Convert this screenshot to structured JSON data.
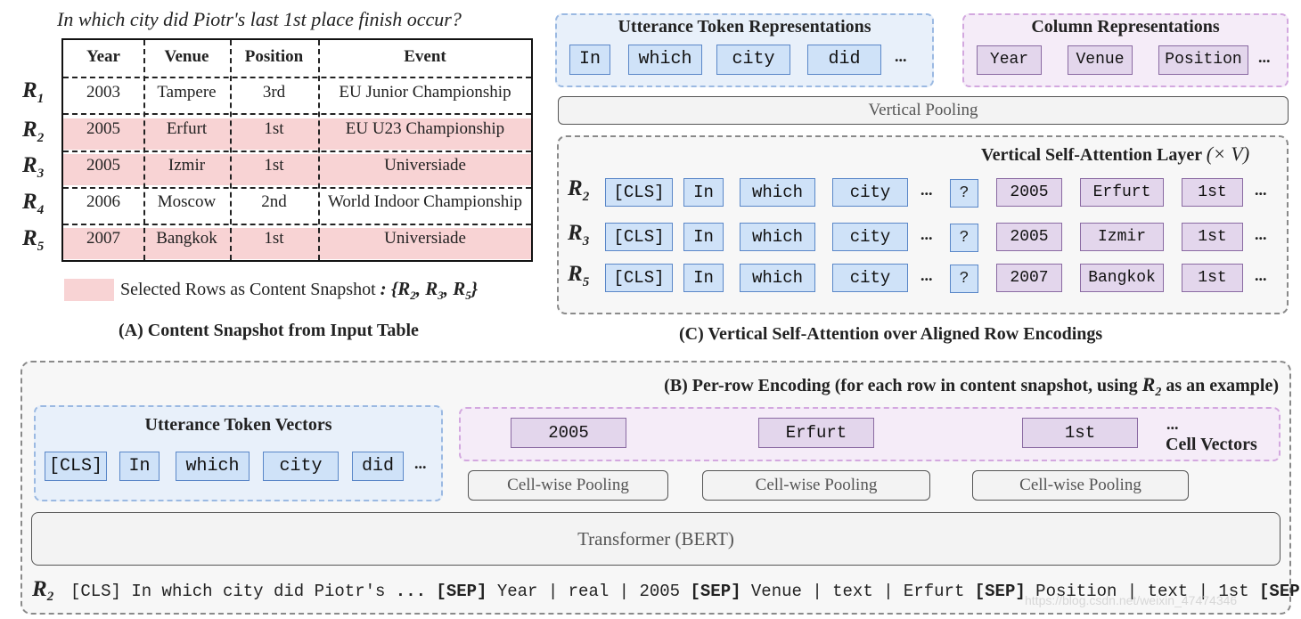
{
  "question": "In which city did Piotr's last 1st place finish occur?",
  "table": {
    "headers": [
      "Year",
      "Venue",
      "Position",
      "Event"
    ],
    "rows": [
      {
        "label": "R",
        "sub": "1",
        "cells": [
          "2003",
          "Tampere",
          "3rd",
          "EU Junior Championship"
        ],
        "selected": false
      },
      {
        "label": "R",
        "sub": "2",
        "cells": [
          "2005",
          "Erfurt",
          "1st",
          "EU U23 Championship"
        ],
        "selected": true
      },
      {
        "label": "R",
        "sub": "3",
        "cells": [
          "2005",
          "Izmir",
          "1st",
          "Universiade"
        ],
        "selected": true
      },
      {
        "label": "R",
        "sub": "4",
        "cells": [
          "2006",
          "Moscow",
          "2nd",
          "World Indoor Championship"
        ],
        "selected": false
      },
      {
        "label": "R",
        "sub": "5",
        "cells": [
          "2007",
          "Bangkok",
          "1st",
          "Universiade"
        ],
        "selected": true
      }
    ]
  },
  "legend": {
    "text": "Selected Rows as Content Snapshot",
    "set": ": {R2, R3, R5}",
    "set_open": ": {",
    "set_close": "}"
  },
  "caption_a": "(A) Content Snapshot from Input Table",
  "panel_c": {
    "utterance_title": "Utterance Token Representations",
    "utterance_tokens": [
      "In",
      "which",
      "city",
      "did"
    ],
    "column_title": "Column Representations",
    "column_tokens": [
      "Year",
      "Venue",
      "Position"
    ],
    "vertical_pooling": "Vertical Pooling",
    "vsa_title": "Vertical Self-Attention Layer",
    "vsa_times": "(× V)",
    "rows": [
      {
        "label": "R",
        "sub": "2",
        "tokens": [
          "[CLS]",
          "In",
          "which",
          "city"
        ],
        "q": "?",
        "cells": [
          "2005",
          "Erfurt",
          "1st"
        ]
      },
      {
        "label": "R",
        "sub": "3",
        "tokens": [
          "[CLS]",
          "In",
          "which",
          "city"
        ],
        "q": "?",
        "cells": [
          "2005",
          "Izmir",
          "1st"
        ]
      },
      {
        "label": "R",
        "sub": "5",
        "tokens": [
          "[CLS]",
          "In",
          "which",
          "city"
        ],
        "q": "?",
        "cells": [
          "2007",
          "Bangkok",
          "1st"
        ]
      }
    ],
    "caption": "(C) Vertical Self-Attention over Aligned Row Encodings"
  },
  "panel_b": {
    "title": "(B) Per-row Encoding (for each row in content snapshot, using",
    "title_row": "R",
    "title_sub": "2",
    "title_end": "as an example)",
    "utterance_vectors_title": "Utterance Token Vectors",
    "utterance_vectors": [
      "[CLS]",
      "In",
      "which",
      "city",
      "did"
    ],
    "cell_vectors": [
      "2005",
      "Erfurt",
      "1st"
    ],
    "cell_vectors_title": "Cell Vectors",
    "pooling_label": "Cell-wise Pooling",
    "transformer": "Transformer (BERT)",
    "sequence_label": "R",
    "sequence_sub": "2",
    "sequence": [
      {
        "t": "[CLS] In which city did Piotr's",
        "s": "m"
      },
      {
        "t": " ... ",
        "s": "b"
      },
      {
        "t": "[SEP]",
        "s": "b"
      },
      {
        "t": " Year | real | 2005 ",
        "s": "m"
      },
      {
        "t": "[SEP]",
        "s": "b"
      },
      {
        "t": " Venue | text | Erfurt ",
        "s": "m"
      },
      {
        "t": "[SEP]",
        "s": "b"
      },
      {
        "t": " Position | text | 1st ",
        "s": "m"
      },
      {
        "t": "[SEP]",
        "s": "b"
      },
      {
        "t": " ...",
        "s": "b"
      }
    ]
  },
  "ellipsis": "...",
  "watermark": "https://blog.csdn.net/weixin_47474346"
}
